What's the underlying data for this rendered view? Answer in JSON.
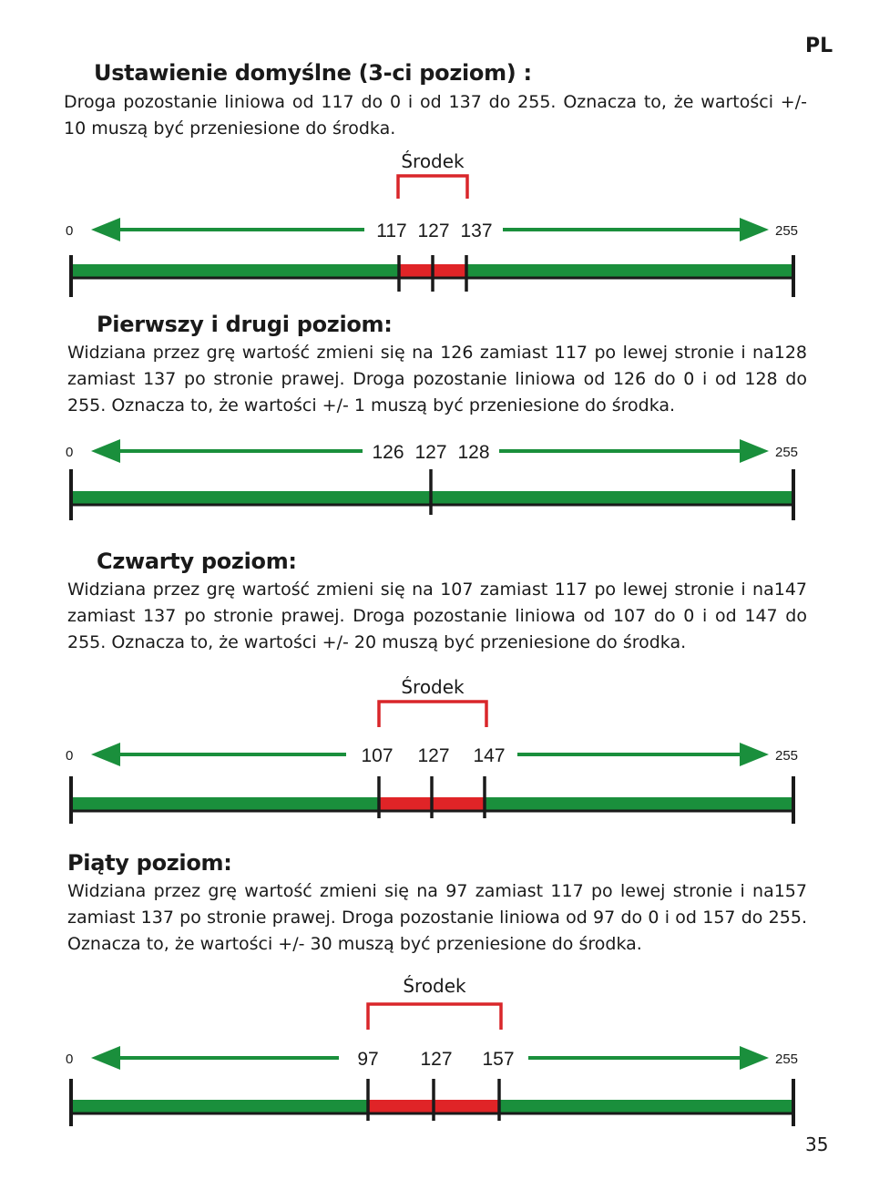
{
  "lang_label": "PL",
  "page_number": "35",
  "sections": [
    {
      "heading": "Ustawienie domyślne (3-ci poziom) :",
      "text": "Droga pozostanie liniowa od 117 do 0 i od 137 do 255. Oznacza to, że wartości +/- 10 muszą być przeniesione do środka.",
      "diagram": {
        "middle_label": "Środek",
        "scale_min": 0,
        "scale_max": 255,
        "left_end_label": "0",
        "right_end_label": "255",
        "values": [
          "117",
          "127",
          "137"
        ],
        "dead_zone": [
          117,
          137
        ],
        "show_middle": true
      }
    },
    {
      "heading": "Pierwszy i drugi poziom:",
      "text": "Widziana przez grę wartość zmieni się na 126 zamiast 117 po lewej stronie i na128 zamiast 137 po stronie prawej. Droga pozostanie liniowa od 126 do 0 i od 128 do 255. Oznacza to, że wartości +/- 1 muszą być przeniesione do środka.",
      "diagram": {
        "middle_label": "",
        "scale_min": 0,
        "scale_max": 255,
        "left_end_label": "0",
        "right_end_label": "255",
        "values": [
          "126",
          "127",
          "128"
        ],
        "dead_zone": [
          126,
          128
        ],
        "show_middle": false
      }
    },
    {
      "heading": "Czwarty poziom:",
      "text": "Widziana przez grę wartość zmieni się na 107 zamiast 117 po lewej stronie i na147 zamiast 137 po stronie prawej. Droga pozostanie liniowa od 107 do 0 i od 147 do 255. Oznacza to, że wartości +/- 20 muszą być przeniesione do środka.",
      "diagram": {
        "middle_label": "Środek",
        "scale_min": 0,
        "scale_max": 255,
        "left_end_label": "0",
        "right_end_label": "255",
        "values": [
          "107",
          "127",
          "147"
        ],
        "dead_zone": [
          107,
          147
        ],
        "show_middle": true
      }
    },
    {
      "heading": "Piąty poziom:",
      "text": "Widziana przez grę wartość zmieni się na 97 zamiast 117 po lewej stronie i na157 zamiast 137 po stronie prawej. Droga pozostanie liniowa od 97 do 0 i od 157 do 255. Oznacza to, że wartości +/- 30 muszą być przeniesione do środka.",
      "diagram": {
        "middle_label": "Środek",
        "scale_min": 0,
        "scale_max": 255,
        "left_end_label": "0",
        "right_end_label": "255",
        "values": [
          "97",
          "127",
          "157"
        ],
        "dead_zone": [
          97,
          157
        ],
        "show_middle": true
      }
    }
  ],
  "colors": {
    "track": "#1a8f3c",
    "dead_zone": "#e02427",
    "bracket": "#d9262a",
    "axis": "#1a1a1a"
  }
}
